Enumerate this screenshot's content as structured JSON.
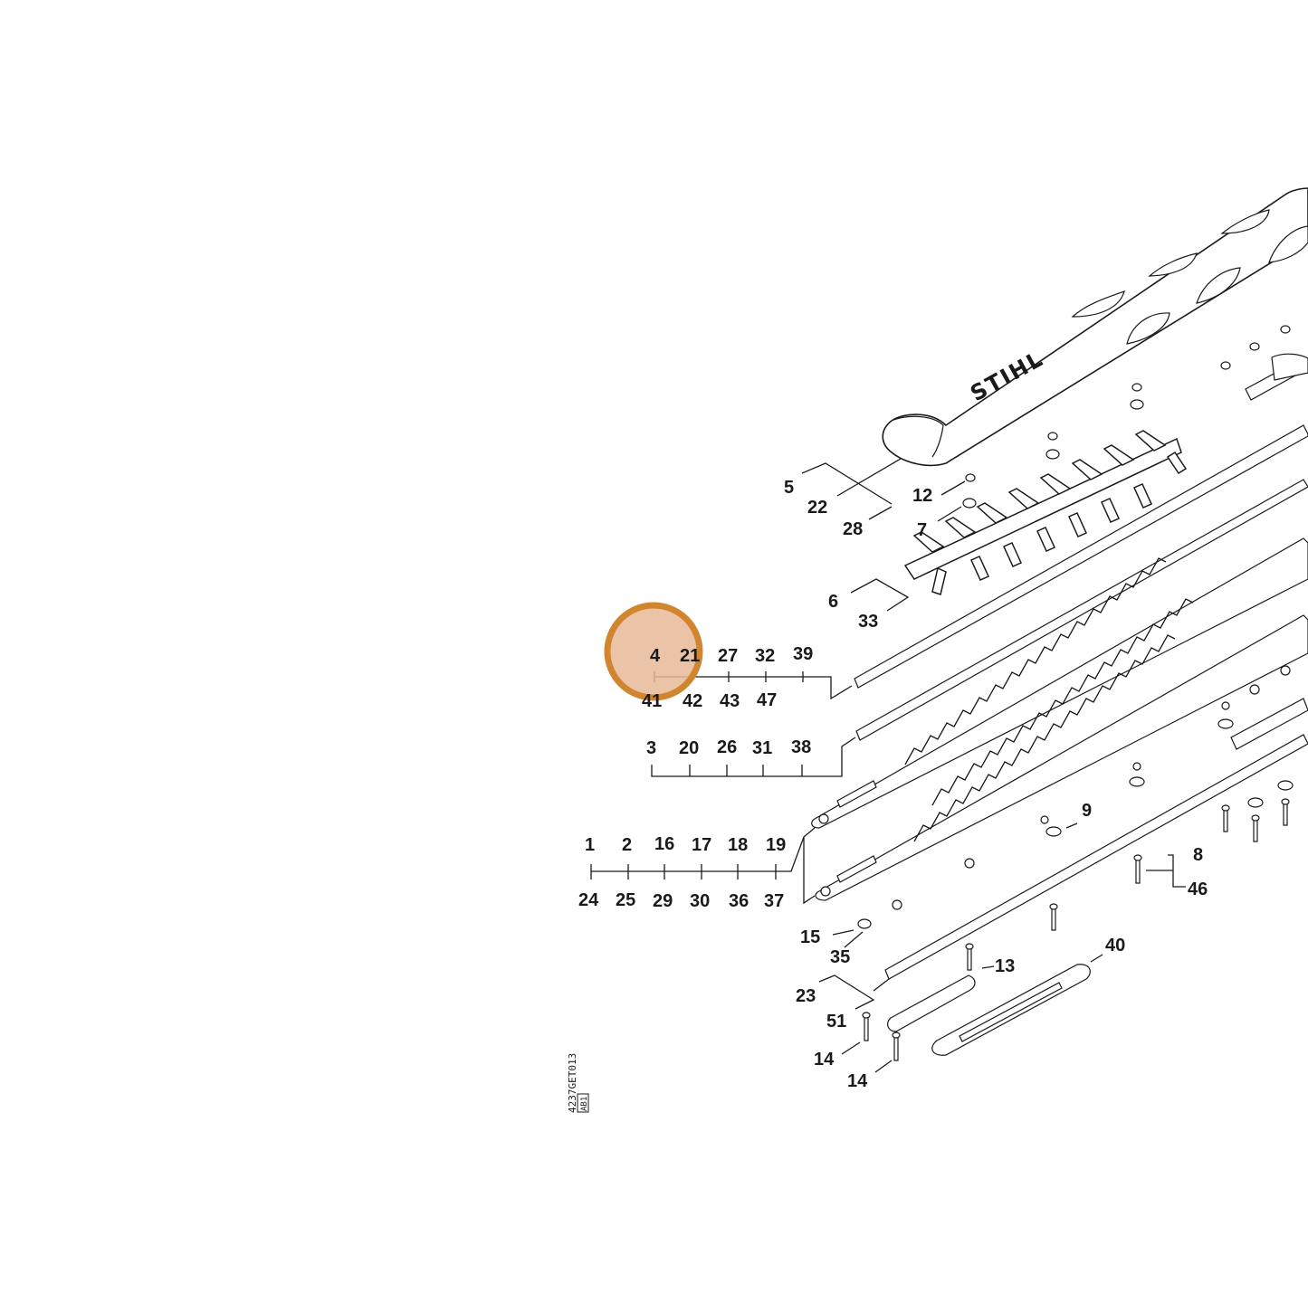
{
  "diagram": {
    "brand_text": "STIHL",
    "document_id": "4237GET013",
    "document_sub": "AB1",
    "highlight": {
      "color": "#d1852e",
      "fill": "#e7b998"
    },
    "callouts": {
      "c1": "1",
      "c2": "2",
      "c3": "3",
      "c4": "4",
      "c5": "5",
      "c6": "6",
      "c7": "7",
      "c8": "8",
      "c9": "9",
      "c12": "12",
      "c13": "13",
      "c14a": "14",
      "c14b": "14",
      "c15": "15",
      "c16": "16",
      "c17": "17",
      "c18": "18",
      "c19": "19",
      "c20": "20",
      "c21": "21",
      "c22": "22",
      "c23": "23",
      "c24": "24",
      "c25": "25",
      "c26": "26",
      "c27": "27",
      "c28": "28",
      "c29": "29",
      "c30": "30",
      "c31": "31",
      "c32": "32",
      "c33": "33",
      "c35": "35",
      "c36": "36",
      "c37": "37",
      "c38": "38",
      "c39": "39",
      "c40": "40",
      "c41": "41",
      "c42": "42",
      "c43": "43",
      "c46": "46",
      "c47": "47",
      "c51": "51"
    }
  }
}
